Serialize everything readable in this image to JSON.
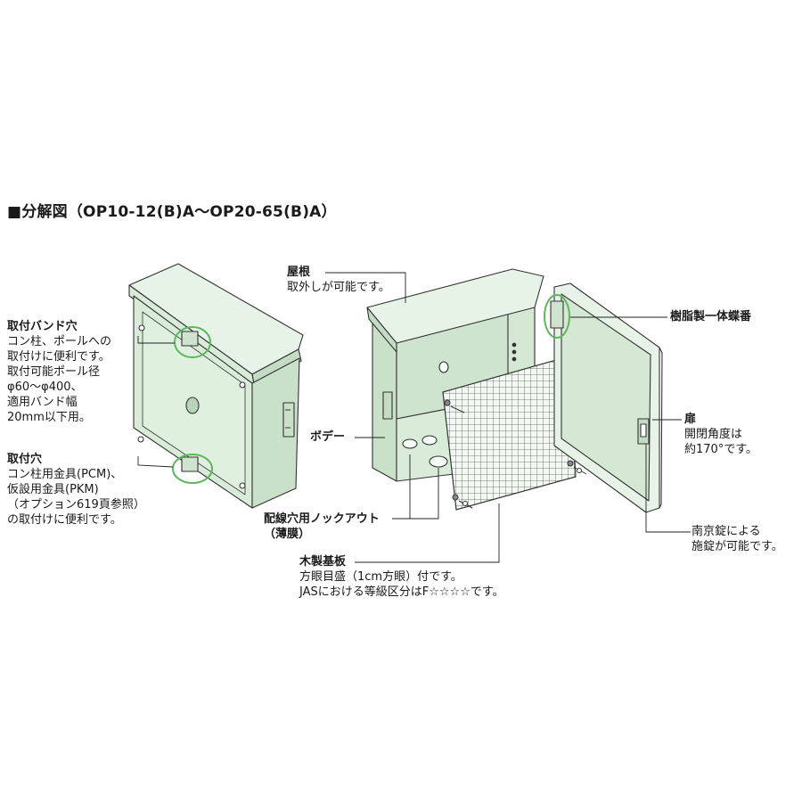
{
  "title": "■分解図（OP10-12(B)A〜OP20-65(B)A）",
  "colors": {
    "box_fill": "#d9ecd9",
    "box_fill_light": "#e6f3e6",
    "box_fill_dark": "#c4dcc4",
    "outline": "#333333",
    "highlight_circle": "#5cb85c",
    "leader_line": "#222222"
  },
  "labels": {
    "band_hole": {
      "heading": "取付バンド穴",
      "lines": [
        "コン柱、ポールへの",
        "取付けに便利です。",
        "取付可能ポール径",
        "φ60〜φ400、",
        "適用バンド幅",
        "20mm以下用。"
      ]
    },
    "mount_hole": {
      "heading": "取付穴",
      "lines": [
        "コン柱用金具(PCM)、",
        "仮設用金具(PKM)",
        "（オプション619頁参照）",
        "の取付けに便利です。"
      ]
    },
    "roof": {
      "heading": "屋根",
      "lines": [
        "取外しが可能です。"
      ]
    },
    "hinge": {
      "heading": "樹脂製一体蝶番",
      "lines": []
    },
    "door": {
      "heading": "扉",
      "lines": [
        "開閉角度は",
        "約170°です。"
      ]
    },
    "body": {
      "heading": "ボデー",
      "lines": []
    },
    "knockout": {
      "heading": "配線穴用ノックアウト",
      "lines": [
        "（薄膜）"
      ]
    },
    "padlock": {
      "heading": "",
      "lines": [
        "南京錠による",
        "施錠が可能です。"
      ]
    },
    "board": {
      "heading": "木製基板",
      "lines": [
        "方眼目盛（1cm方眼）付です。",
        "JASにおける等級区分はF☆☆☆☆です。"
      ]
    }
  }
}
